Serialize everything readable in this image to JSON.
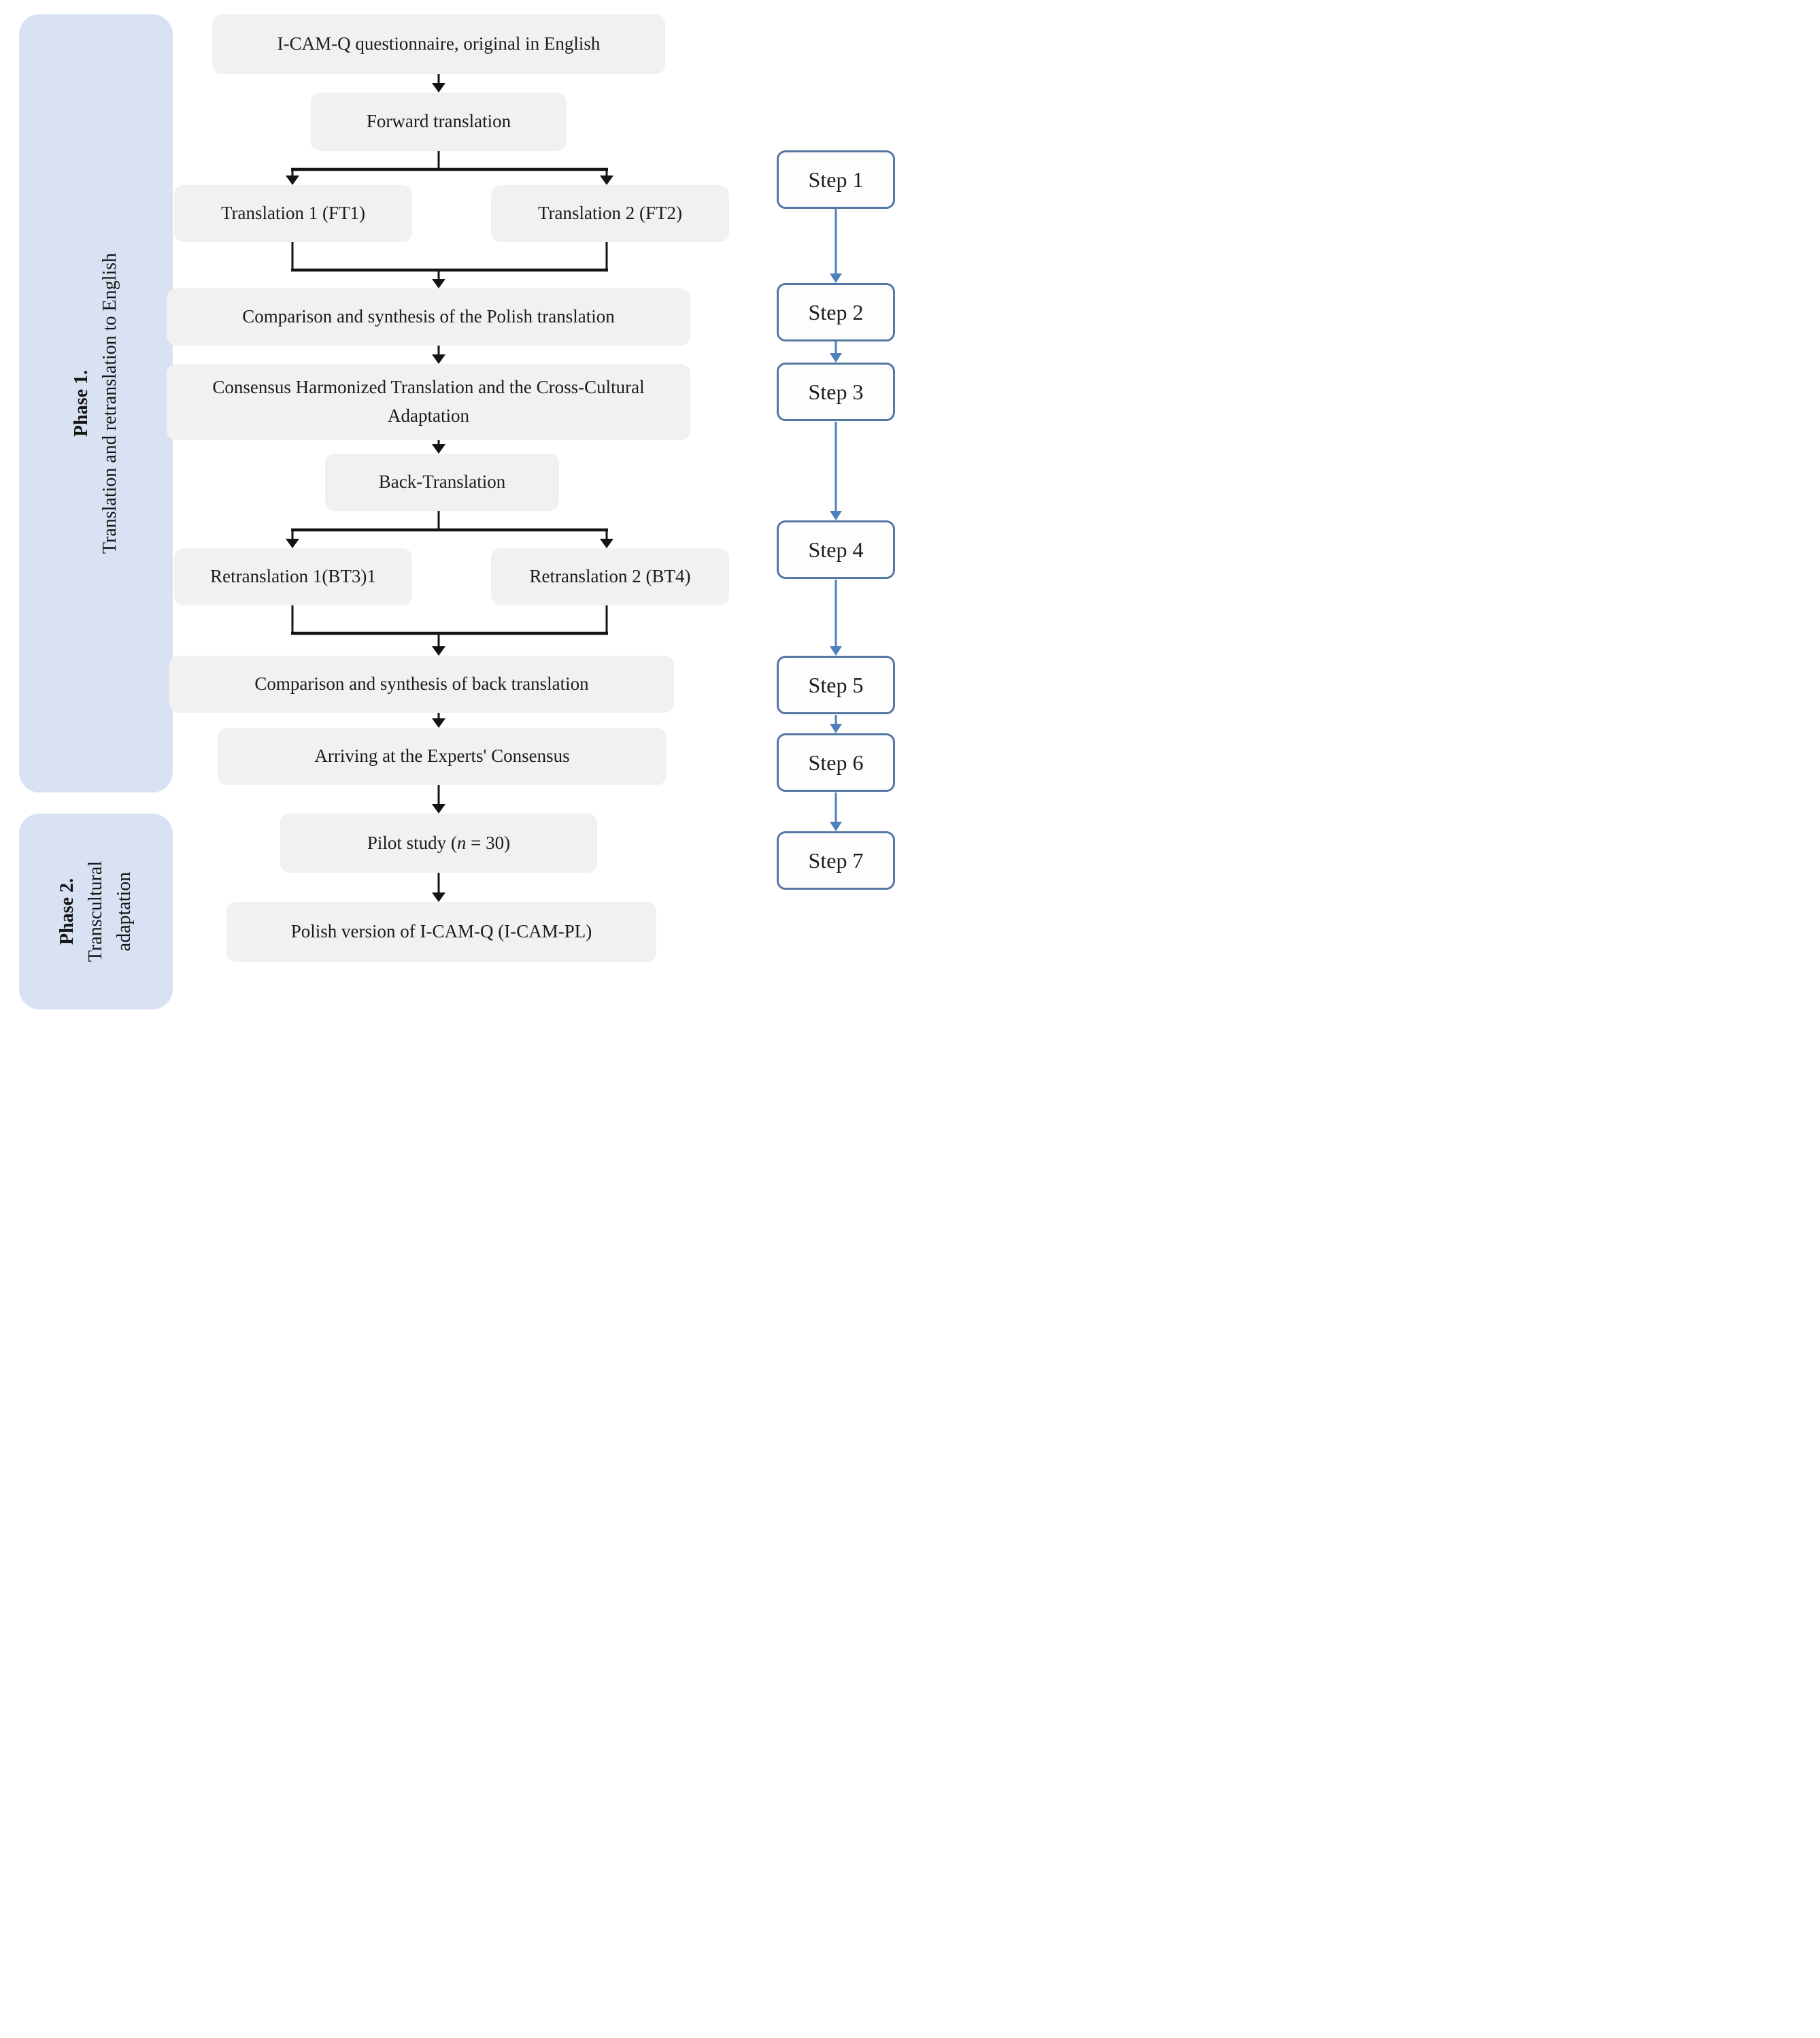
{
  "figure": {
    "description": "Flow diagram of translation and transcultural adaptation of the I-CAM-Q questionnaire"
  },
  "colors": {
    "phase_panel_fill": "#d9e2f3",
    "node_fill": "#f1f1f1",
    "step_border_blue": "#5478a3",
    "step_arrow_blue": "#4e80bd",
    "flow_arrow_black": "#141414",
    "text": "#1c1c1c",
    "background": "#ffffff"
  },
  "phases": [
    {
      "title": "Phase 1.",
      "subtitle": "Translation and retranslation to English"
    },
    {
      "title": "Phase 2.",
      "subtitle": "Transcultural adaptation"
    }
  ],
  "flow_nodes": [
    {
      "label": "I-CAM-Q questionnaire, original in English"
    },
    {
      "label": "Forward translation"
    },
    {
      "label": "Translation 1 (FT1)"
    },
    {
      "label": "Translation 2 (FT2)"
    },
    {
      "label": "Comparison and synthesis of the Polish translation"
    },
    {
      "label": "Consensus Harmonized Translation and the Cross-Cultural Adaptation"
    },
    {
      "label": "Back-Translation"
    },
    {
      "label": "Retranslation 1(BT3)1"
    },
    {
      "label": "Retranslation 2 (BT4)"
    },
    {
      "label": "Comparison and synthesis of back translation"
    },
    {
      "label": "Arriving at the Experts' Consensus"
    },
    {
      "label_prefix": "Pilot study (",
      "label_var": "n",
      "label_suffix": " = 30)"
    },
    {
      "label": "Polish version of I-CAM-Q (I-CAM-PL)"
    }
  ],
  "steps": [
    {
      "label": "Step 1"
    },
    {
      "label": "Step 2"
    },
    {
      "label": "Step 3"
    },
    {
      "label": "Step 4"
    },
    {
      "label": "Step 5"
    },
    {
      "label": "Step 6"
    },
    {
      "label": "Step 7"
    }
  ]
}
